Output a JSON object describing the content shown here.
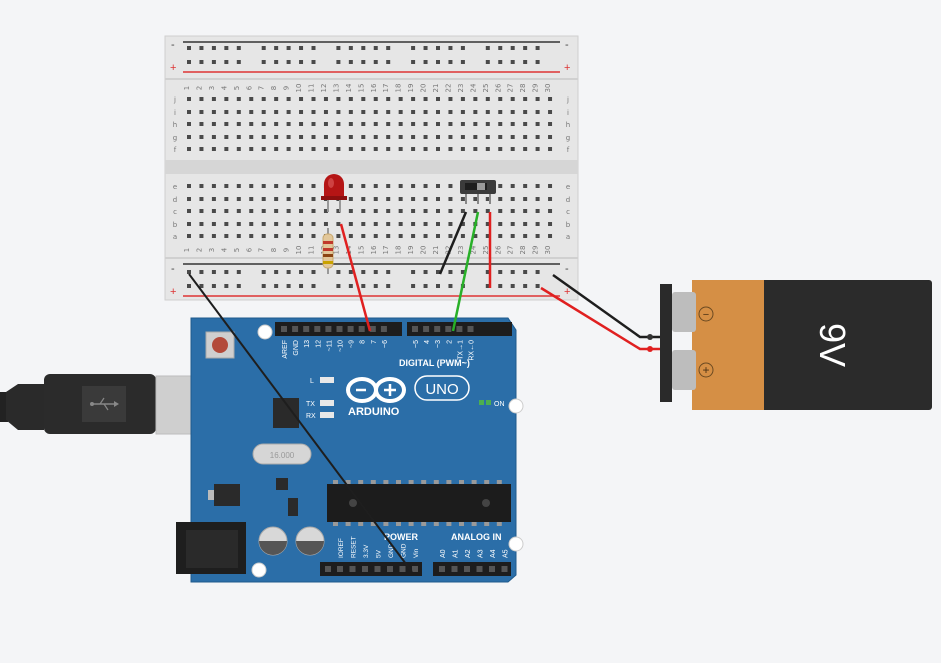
{
  "breadboard": {
    "columns": [
      "1",
      "2",
      "3",
      "4",
      "5",
      "6",
      "7",
      "8",
      "9",
      "10",
      "11",
      "12",
      "13",
      "14",
      "15",
      "16",
      "17",
      "18",
      "19",
      "20",
      "21",
      "22",
      "23",
      "24",
      "25",
      "26",
      "27",
      "28",
      "29",
      "30"
    ],
    "rows_top": [
      "j",
      "i",
      "h",
      "g",
      "f"
    ],
    "rows_bottom": [
      "e",
      "d",
      "c",
      "b",
      "a"
    ],
    "rail_minus": "-",
    "rail_plus": "+"
  },
  "arduino": {
    "brand": "ARDUINO",
    "model": "UNO",
    "digital_header": "DIGITAL (PWM~)",
    "power_header": "POWER",
    "analog_header": "ANALOG IN",
    "on_label": "ON",
    "l_label": "L",
    "tx_label": "TX",
    "rx_label": "RX",
    "crystal_label": "16.000",
    "digital_pins": [
      "AREF",
      "GND",
      "13",
      "12",
      "~11",
      "~10",
      "~9",
      "8",
      "7",
      "~6",
      "~5",
      "4",
      "~3",
      "2",
      "TX→1",
      "RX←0"
    ],
    "power_pins": [
      "IOREF",
      "RESET",
      "3.3V",
      "5V",
      "GND",
      "GND",
      "Vin"
    ],
    "analog_pins": [
      "A0",
      "A1",
      "A2",
      "A3",
      "A4",
      "A5"
    ]
  },
  "battery": {
    "label": "9V",
    "minus": "−",
    "plus": "+"
  },
  "colors": {
    "board_blue": "#2b6ea8",
    "battery_orange": "#d58f45",
    "wire_red": "#e02020",
    "wire_green": "#28b028",
    "wire_black": "#202020"
  }
}
